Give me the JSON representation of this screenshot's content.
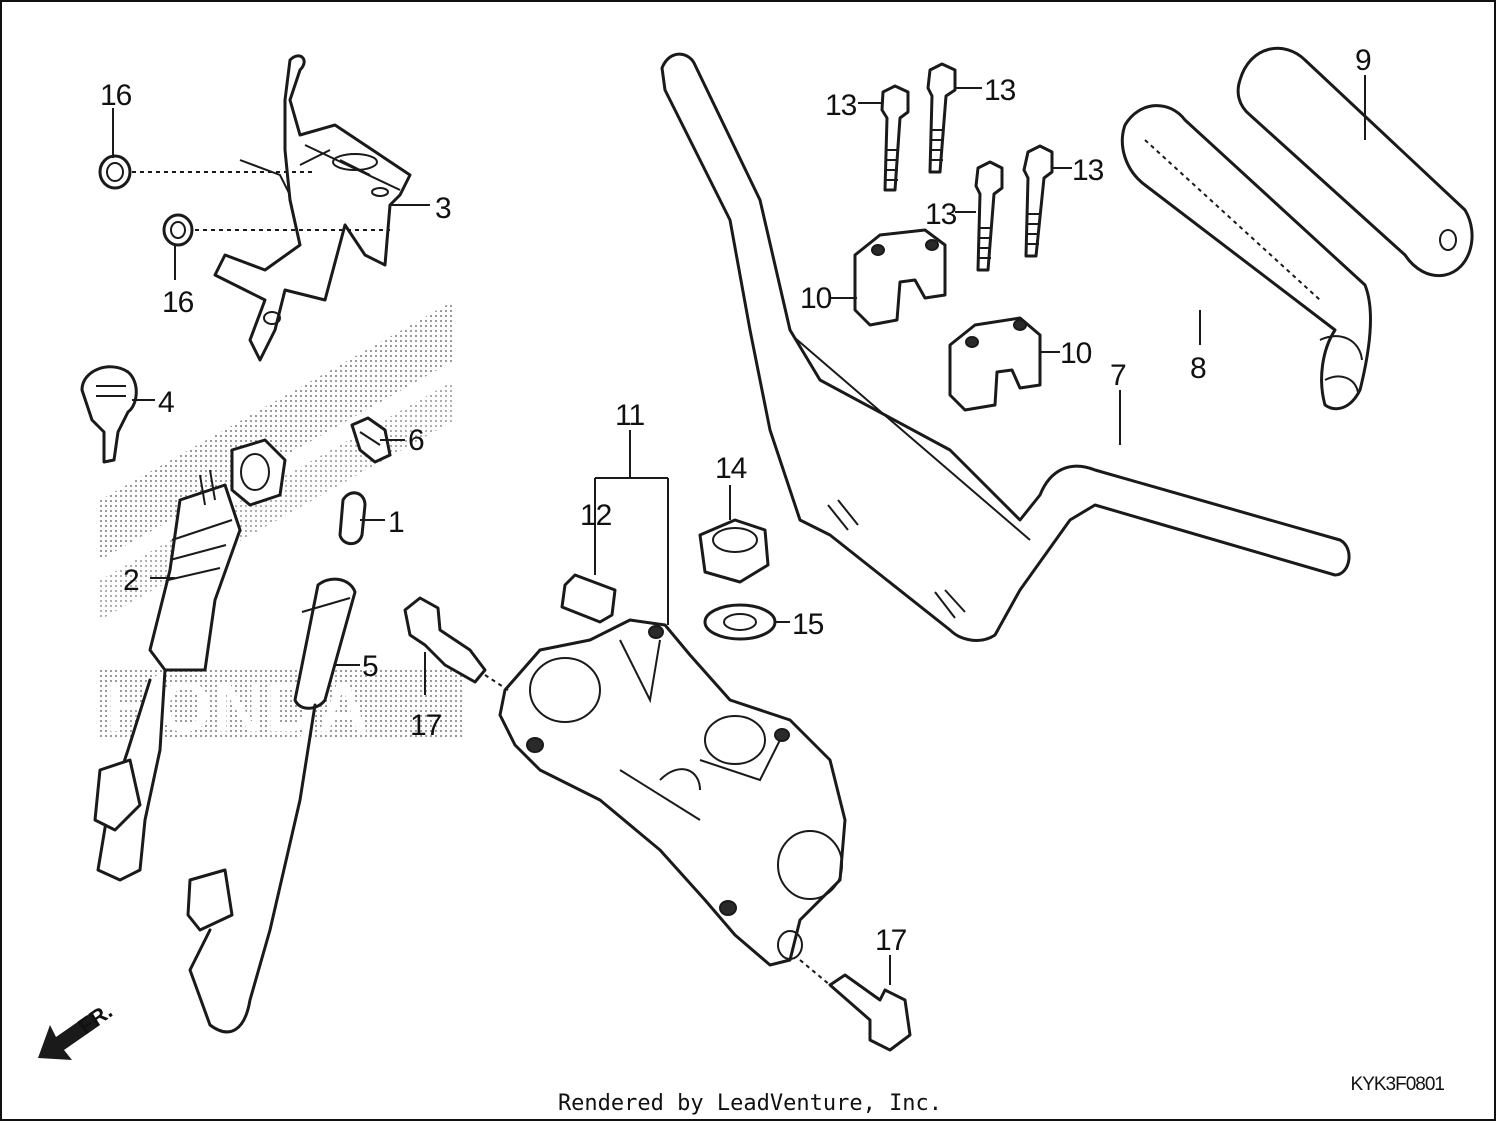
{
  "diagram": {
    "callouts": [
      "1",
      "2",
      "3",
      "4",
      "5",
      "6",
      "7",
      "8",
      "9",
      "10",
      "11",
      "12",
      "13",
      "14",
      "15",
      "16",
      "17"
    ],
    "watermark": "HONDA",
    "direction_label": "FR.",
    "part_code": "KYK3F0801"
  },
  "footer": {
    "text": "Rendered by LeadVenture, Inc."
  }
}
